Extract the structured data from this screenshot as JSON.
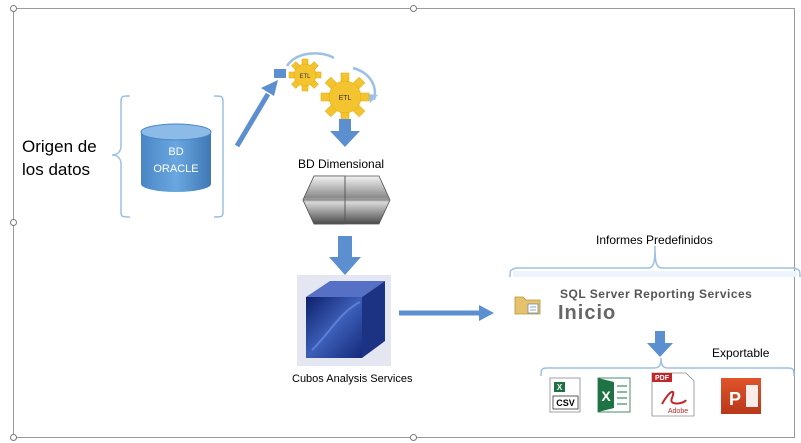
{
  "origin": {
    "line1": "Origen de",
    "line2": "los datos"
  },
  "database": {
    "line1": "BD",
    "line2": "ORACLE"
  },
  "etl": {
    "label1": "ETL",
    "label2": "ETL"
  },
  "dimensional": {
    "label": "BD Dimensional"
  },
  "cube": {
    "label": "Cubos Analysis Services"
  },
  "reports": {
    "header": "Informes Predefinidos",
    "ssrs_title": "SQL Server Reporting Services",
    "ssrs_inicio": "Inicio"
  },
  "export": {
    "label": "Exportable",
    "formats": [
      {
        "icon": "csv-file-icon",
        "text": "CSV"
      },
      {
        "icon": "excel-icon",
        "text": "X"
      },
      {
        "icon": "pdf-icon",
        "text": "PDF",
        "sub": "Adobe"
      },
      {
        "icon": "powerpoint-icon",
        "text": "P"
      }
    ]
  },
  "colors": {
    "arrow": "#5b8fd0",
    "bracket": "#9dc0e3",
    "cylinder": "#5b9bd5",
    "gear": "#f4c430"
  }
}
